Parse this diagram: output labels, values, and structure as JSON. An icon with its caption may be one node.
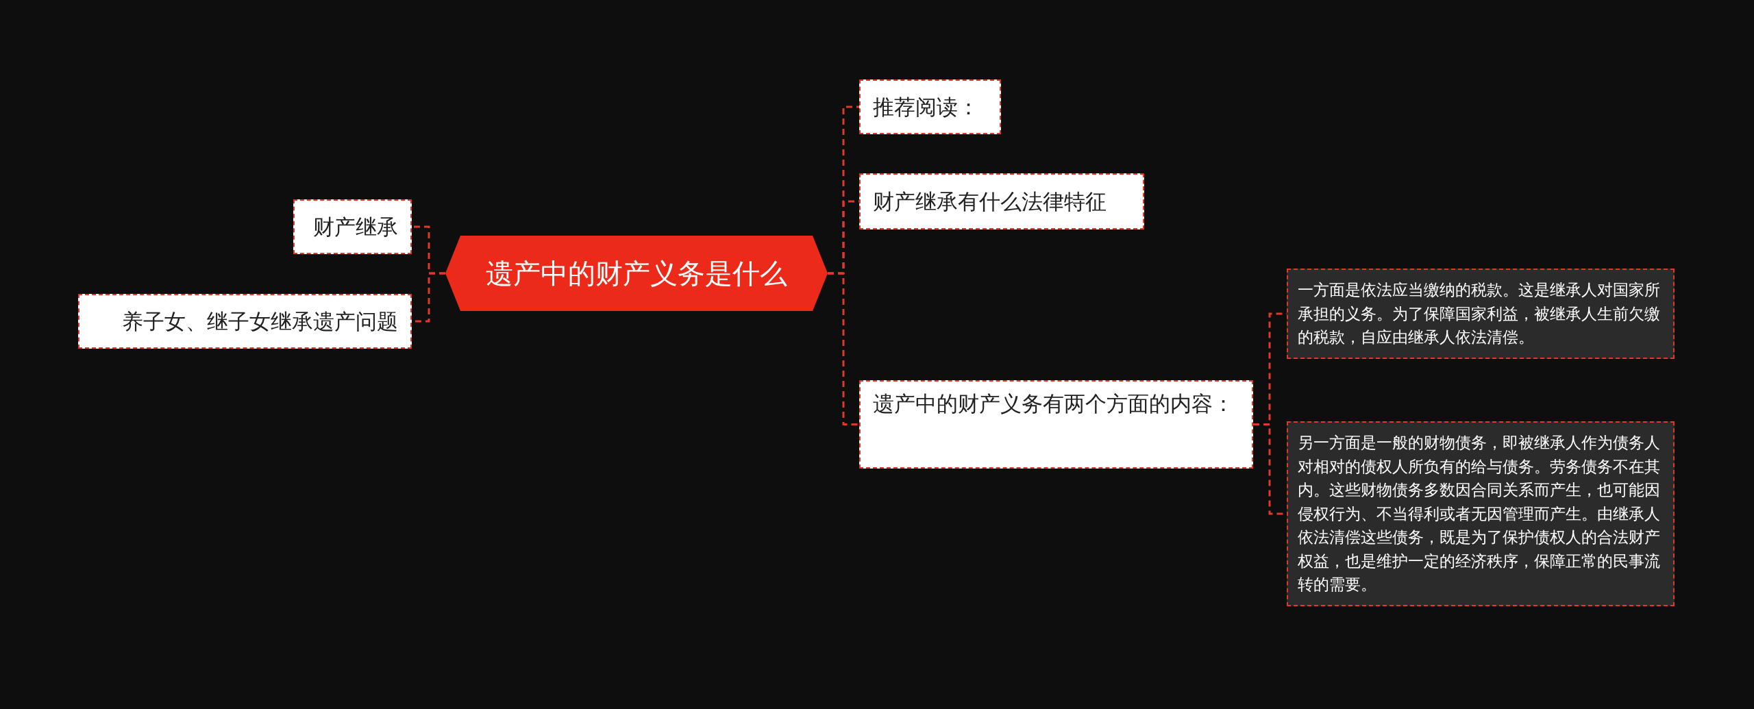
{
  "diagram": {
    "nodes": [
      {
        "text": [
          "遗产中的财产义务是什么"
        ]
      },
      {
        "text": [
          "财产继承"
        ]
      },
      {
        "text": [
          "养子女、继子女继承遗产问题"
        ]
      },
      {
        "text": [
          "推荐阅读："
        ]
      },
      {
        "text": [
          "财产继承有什么法律特征"
        ]
      },
      {
        "text": [
          "遗产中的财产义务有两个方面的内容："
        ]
      },
      {
        "text": [
          "一方面是依法应当缴纳的税款。这是继承人对国家所承担的义务。为了保障国家利益，被继承人生前欠缴的税款，自应由继承人依法清偿。"
        ]
      },
      {
        "text": [
          "另一方面是一般的财物债务，即被继承人作为债务人对相对的债权人所负有的给与债务。劳务债务不在其内。这些财物债务多数因合同关系而产生，也可能因侵权行为、不当得利或者无因管理而产生。由继承人依法清偿这些债务，既是为了保护债权人的合法财产权益，也是维护一定的经济秩序，保障正常的民事流转的需要。"
        ]
      }
    ],
    "edges": [
      {
        "from": 0,
        "to": 1,
        "arrow": "none",
        "style": "dashed"
      },
      {
        "from": 0,
        "to": 2,
        "arrow": "none",
        "style": "dashed"
      },
      {
        "from": 0,
        "to": 3,
        "arrow": "none",
        "style": "dashed"
      },
      {
        "from": 0,
        "to": 4,
        "arrow": "none",
        "style": "dashed"
      },
      {
        "from": 0,
        "to": 5,
        "arrow": "none",
        "style": "dashed"
      },
      {
        "from": 5,
        "to": 6,
        "arrow": "none",
        "style": "dashed"
      },
      {
        "from": 5,
        "to": 7,
        "arrow": "none",
        "style": "dashed"
      }
    ]
  }
}
